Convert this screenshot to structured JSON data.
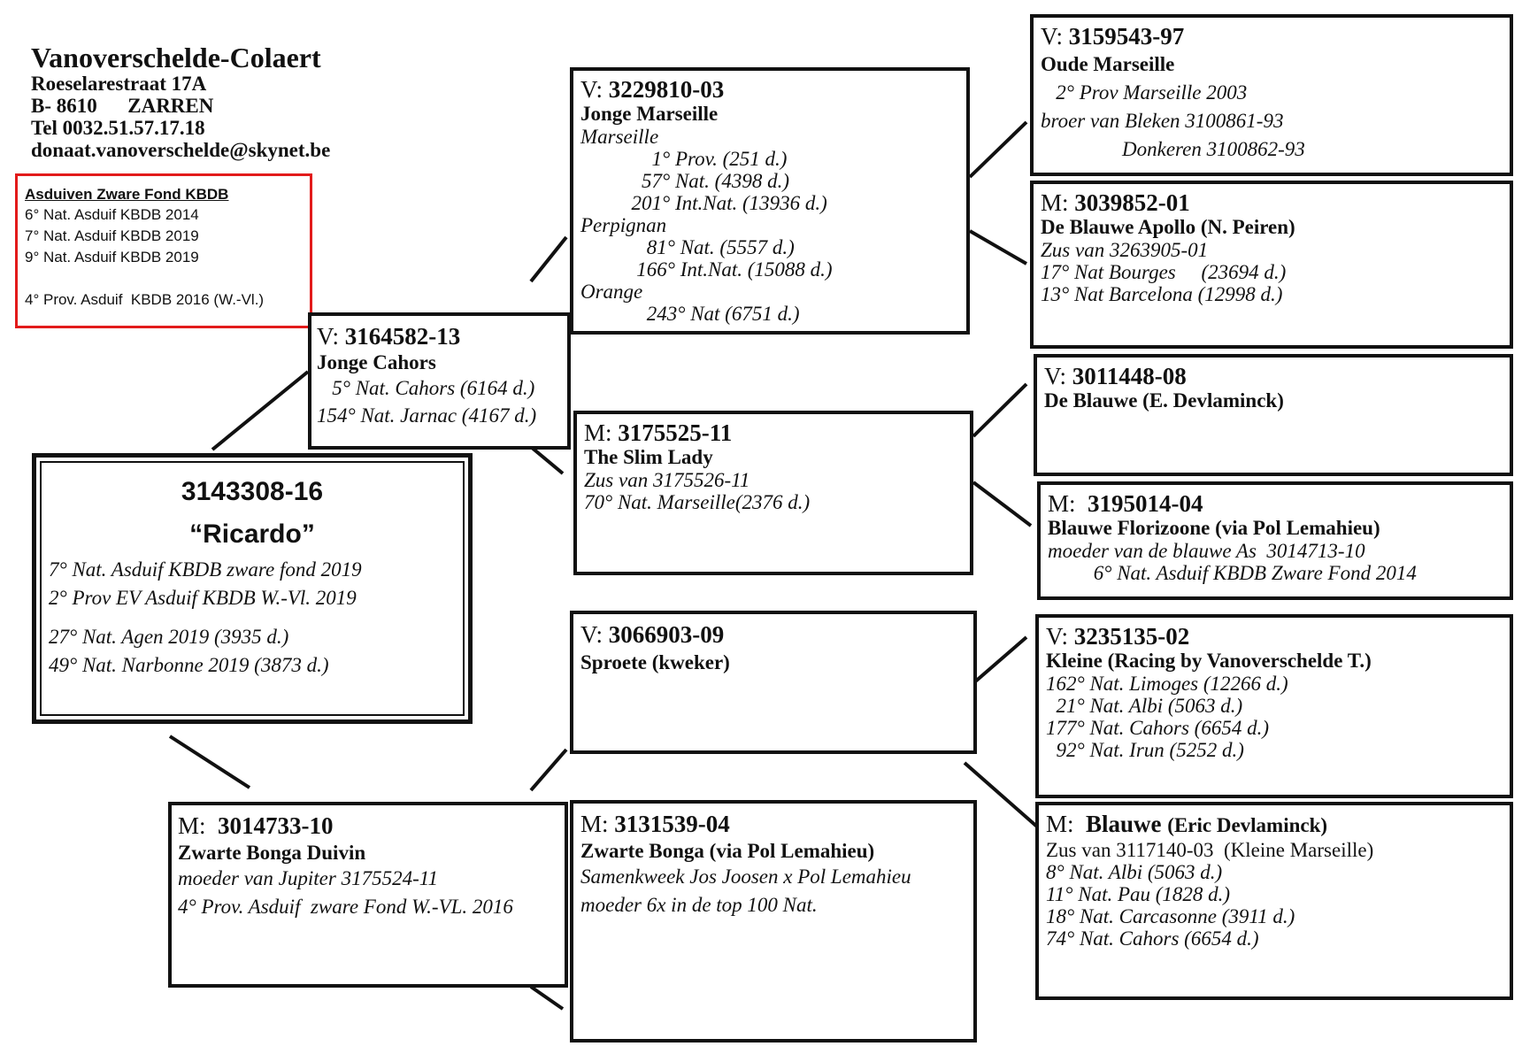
{
  "header": {
    "title": "Vanoverschelde-Colaert",
    "street": "Roeselarestraat 17A",
    "city": "B- 8610      ZARREN",
    "phone": "Tel 0032.51.57.17.18",
    "email": "donaat.vanoverschelde@skynet.be"
  },
  "awards": {
    "heading": "Asduiven Zware Fond KBDB",
    "lines": [
      "6° Nat. Asduif KBDB 2014",
      "7° Nat. Asduif KBDB 2019",
      "9° Nat. Asduif KBDB 2019",
      "",
      "4° Prov. Asduif  KBDB 2016 (W.-Vl.)"
    ]
  },
  "subject": {
    "ring": "3143308-16",
    "nickname": "“Ricardo”",
    "results": [
      "7° Nat. Asduif KBDB zware fond 2019",
      "2° Prov EV Asduif KBDB W.-Vl. 2019",
      "27° Nat. Agen 2019 (3935 d.)",
      "49° Nat. Narbonne 2019 (3873 d.)"
    ]
  },
  "sire": {
    "prefix": "V: ",
    "ring": "3164582-13",
    "name": "Jonge Cahors",
    "lines": [
      "   5° Nat. Cahors (6164 d.)",
      "154° Nat. Jarnac (4167 d.)"
    ]
  },
  "dam": {
    "prefix": "M:  ",
    "ring": "3014733-10",
    "name": "Zwarte Bonga Duivin",
    "lines": [
      "moeder van Jupiter 3175524-11",
      "4° Prov. Asduif  zware Fond W.-VL. 2016"
    ]
  },
  "sire_sire": {
    "prefix": "V: ",
    "ring": "3229810-03",
    "name": "Jonge Marseille",
    "lines": [
      "Marseille",
      "              1° Prov. (251 d.)",
      "            57° Nat. (4398 d.)",
      "          201° Int.Nat. (13936 d.)",
      "Perpignan",
      "             81° Nat. (5557 d.)",
      "           166° Int.Nat. (15088 d.)",
      "Orange",
      "             243° Nat (6751 d.)"
    ]
  },
  "sire_dam": {
    "prefix": "M: ",
    "ring": "3175525-11",
    "name": "The Slim Lady",
    "lines": [
      "Zus van 3175526-11",
      "70° Nat. Marseille(2376 d.)"
    ]
  },
  "dam_sire": {
    "prefix": "V: ",
    "ring": "3066903-09",
    "name": "Sproete (kweker)",
    "lines": []
  },
  "dam_dam": {
    "prefix": "M: ",
    "ring": "3131539-04",
    "name": "Zwarte Bonga (via Pol Lemahieu)",
    "lines": [
      "Samenkweek Jos Joosen x Pol Lemahieu",
      "moeder 6x in de top 100 Nat."
    ]
  },
  "ss_sire": {
    "prefix": "V: ",
    "ring": "3159543-97",
    "name": "Oude Marseille",
    "lines": [
      "   2° Prov Marseille 2003",
      "broer van Bleken 3100861-93",
      "                Donkeren 3100862-93"
    ]
  },
  "ss_dam": {
    "prefix": "M: ",
    "ring": "3039852-01",
    "name": "De Blauwe Apollo (N. Peiren)",
    "lines": [
      "Zus van 3263905-01",
      "17° Nat Bourges     (23694 d.)",
      "13° Nat Barcelona (12998 d.)"
    ]
  },
  "sd_sire": {
    "prefix": "V: ",
    "ring": "3011448-08",
    "name": "De Blauwe (E. Devlaminck)",
    "lines": []
  },
  "sd_dam": {
    "prefix": "M:  ",
    "ring": "3195014-04",
    "name": "Blauwe Florizoone (via Pol Lemahieu)",
    "lines": [
      "moeder van de blauwe As  3014713-10",
      "         6° Nat. Asduif KBDB Zware Fond 2014"
    ]
  },
  "ds_sire": {
    "prefix": "V: ",
    "ring": "3235135-02",
    "name": "Kleine (Racing by Vanoverschelde T.)",
    "lines": [
      "162° Nat. Limoges (12266 d.)",
      "  21° Nat. Albi (5063 d.)",
      "177° Nat. Cahors (6654 d.)",
      "  92° Nat. Irun (5252 d.)"
    ]
  },
  "ds_dam": {
    "prefix": "M:  ",
    "ring": "Blauwe",
    "name": "(Eric Devlaminck)",
    "lines": [
      "Zus van 3117140-03  (Kleine Marseille)",
      "8° Nat. Albi (5063 d.)",
      "11° Nat. Pau (1828 d.)",
      "18° Nat. Carcasonne (3911 d.)",
      "74° Nat. Cahors (6654 d.)"
    ]
  },
  "colors": {
    "line": "#111111",
    "awards_border": "#e21b1b",
    "background": "#ffffff"
  }
}
